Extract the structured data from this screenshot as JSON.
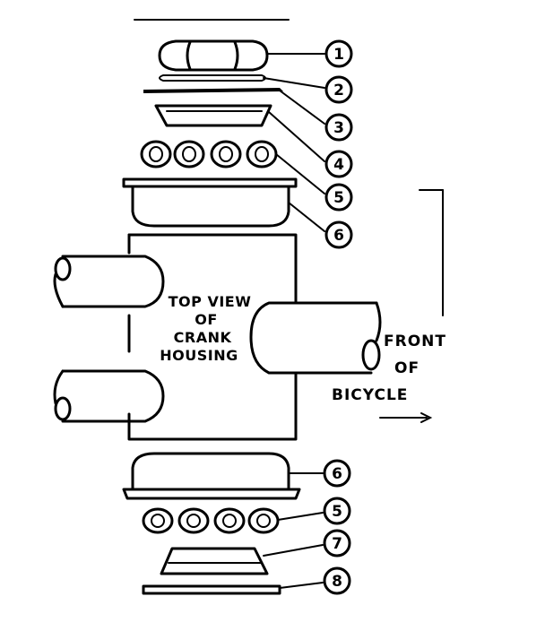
{
  "diagram": {
    "callouts": [
      {
        "id": "lock-nut",
        "number": "1"
      },
      {
        "id": "washer-top",
        "number": "2"
      },
      {
        "id": "flat-washer",
        "number": "3"
      },
      {
        "id": "adjustable-cone",
        "number": "4"
      },
      {
        "id": "ball-retainer-top",
        "number": "5"
      },
      {
        "id": "bearing-cup-top",
        "number": "6"
      },
      {
        "id": "bearing-cup-bottom",
        "number": "6"
      },
      {
        "id": "ball-retainer-bottom",
        "number": "5"
      },
      {
        "id": "fixed-cone",
        "number": "7"
      },
      {
        "id": "dust-washer",
        "number": "8"
      }
    ],
    "housing_caption": [
      "TOP VIEW",
      "OF",
      "CRANK",
      "HOUSING"
    ],
    "direction_text": [
      "FRONT",
      "OF",
      "BICYCLE"
    ]
  }
}
